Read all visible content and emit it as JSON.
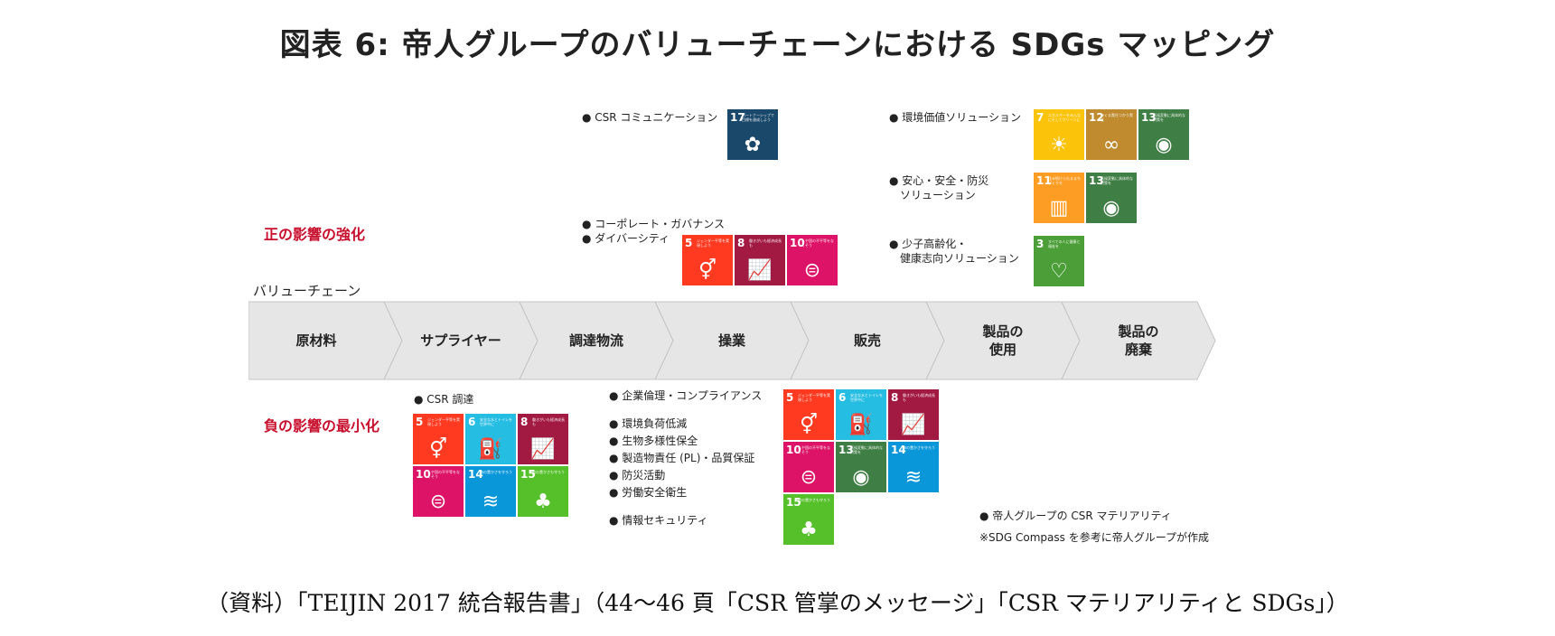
{
  "title": "図表 6: 帝人グループのバリューチェーンにおける SDGs マッピング",
  "side_labels": {
    "positive": "正の影響の強化",
    "negative": "負の影響の最小化"
  },
  "value_chain_label": "バリューチェーン",
  "stages": [
    "原材料",
    "サプライヤー",
    "調達物流",
    "操業",
    "販売",
    "製品の\n使用",
    "製品の\n廃棄"
  ],
  "top_items": {
    "csr_comm": "● CSR コミュニケーション",
    "governance": "● コーポレート・ガバナンス\n● ダイバーシティ",
    "env_value": "● 環境価値ソリューション",
    "safety": "● 安心・安全・防災\n　ソリューション",
    "health": "● 少子高齢化・\n　健康志向ソリューション"
  },
  "bottom_items": {
    "csr_procure": "● CSR 調達",
    "ethics": "● 企業倫理・コンプライアンス",
    "list": "● 環境負荷低減\n● 生物多様性保全\n● 製造物責任 (PL)・品質保証\n● 防災活動\n● 労働安全衛生",
    "security": "● 情報セキュリティ"
  },
  "notes": {
    "materiality": "● 帝人グループの CSR マテリアリティ",
    "compass": "※SDG Compass を参考に帝人グループが作成"
  },
  "sdg": {
    "3": {
      "color": "#4c9f38",
      "icon": "♡",
      "text": "すべての人に健康と福祉を"
    },
    "5": {
      "color": "#ff3a21",
      "icon": "⚥",
      "text": "ジェンダー平等を実現しよう"
    },
    "6": {
      "color": "#26bde2",
      "icon": "⛽",
      "text": "安全な水とトイレを世界中に"
    },
    "7": {
      "color": "#fcc30b",
      "icon": "☀",
      "text": "エネルギーをみんなにそしてクリーンに"
    },
    "8": {
      "color": "#a21942",
      "icon": "📈",
      "text": "働きがいも経済成長も"
    },
    "10": {
      "color": "#dd1367",
      "icon": "⊜",
      "text": "人や国の不平等をなくそう"
    },
    "11": {
      "color": "#fd9d24",
      "icon": "▥",
      "text": "住み続けられるまちづくりを"
    },
    "12": {
      "color": "#bf8b2e",
      "icon": "∞",
      "text": "つくる責任つかう責任"
    },
    "13": {
      "color": "#3f7e44",
      "icon": "◉",
      "text": "気候変動に具体的な対策を"
    },
    "14": {
      "color": "#0a97d9",
      "icon": "≋",
      "text": "海の豊かさを守ろう"
    },
    "15": {
      "color": "#56c02b",
      "icon": "♣",
      "text": "陸の豊かさも守ろう"
    },
    "17": {
      "color": "#19486a",
      "icon": "✿",
      "text": "パートナーシップで目標を達成しよう"
    }
  },
  "tile_groups": {
    "csr_comm": [
      "17"
    ],
    "governance": [
      "5",
      "8",
      "10"
    ],
    "env_value": [
      "7",
      "12",
      "13"
    ],
    "safety": [
      "11",
      "13"
    ],
    "health": [
      "3"
    ],
    "csr_procure": [
      "5",
      "6",
      "8",
      "10",
      "14",
      "15"
    ],
    "operations": [
      "5",
      "6",
      "8",
      "10",
      "13",
      "14",
      "15"
    ]
  },
  "caption": "（資料）「TEIJIN 2017 統合報告書」（44～46 頁「CSR 管掌のメッセージ」「CSR マテリアリティと SDGs」）"
}
